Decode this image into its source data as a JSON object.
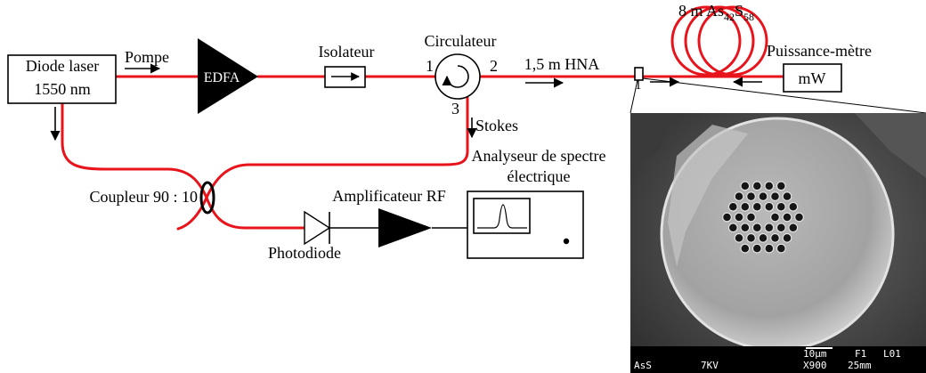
{
  "laser": {
    "line1": "Diode laser",
    "line2": "1550 nm"
  },
  "pump": {
    "label": "Pompe"
  },
  "edfa": {
    "label": "EDFA"
  },
  "isolator": {
    "label": "Isolateur"
  },
  "circulator": {
    "label": "Circulateur",
    "port1": "1",
    "port2": "2",
    "port3": "3"
  },
  "hna": {
    "label": "1,5 m HNA"
  },
  "splice": {
    "label": "1"
  },
  "chalcogenide_fiber": {
    "length": "8 m As",
    "sub1": "42",
    "element2": "S",
    "sub2": "58"
  },
  "power_meter": {
    "label": "Puissance-mètre",
    "unit": "mW"
  },
  "stokes": {
    "label": "Stokes"
  },
  "analyzer": {
    "line1": "Analyseur de spectre",
    "line2": "électrique"
  },
  "coupler": {
    "label": "Coupleur 90 : 10"
  },
  "photodiode": {
    "label": "Photodiode"
  },
  "amplifier": {
    "label": "Amplificateur RF"
  },
  "sem": {
    "scale": "10µm",
    "f": "F1",
    "l": "L01",
    "sample": "AsS",
    "voltage": "7KV",
    "mag": "X900",
    "wd": "25mm"
  },
  "colors": {
    "fiber": "#e8141c",
    "component": "#000000"
  }
}
